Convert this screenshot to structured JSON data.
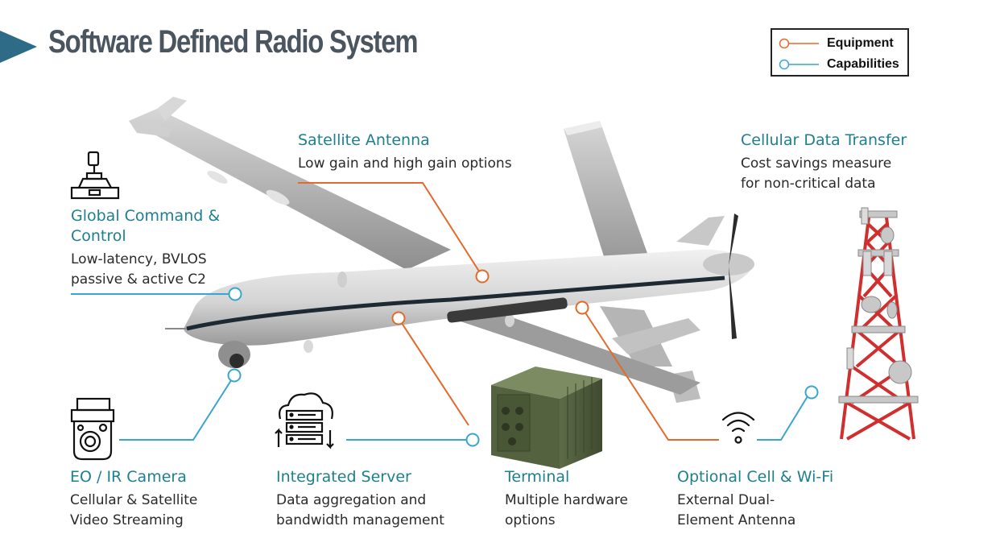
{
  "title": "Software Defined Radio System",
  "legend": [
    {
      "label": "Equipment",
      "color": "#e26a2c"
    },
    {
      "label": "Capabilities",
      "color": "#3aa6cf"
    }
  ],
  "colors": {
    "equipment": "#e26a2c",
    "capabilities": "#3aa6cf",
    "heading": "#1e7f8e",
    "title": "#4a5560"
  },
  "callouts": {
    "satellite": {
      "heading": "Satellite Antenna",
      "lines": [
        "Low gain and high gain options"
      ],
      "kind": "equipment"
    },
    "cellular": {
      "heading": "Cellular Data Transfer",
      "lines": [
        "Cost savings measure",
        "for non-critical data"
      ],
      "kind": "capabilities"
    },
    "gcc": {
      "heading_lines": [
        "Global Command &",
        "Control"
      ],
      "lines": [
        "Low-latency, BVLOS",
        "passive & active C2"
      ],
      "kind": "capabilities",
      "icon": "joystick-icon"
    },
    "camera": {
      "heading": "EO / IR Camera",
      "lines": [
        "Cellular & Satellite",
        "Video Streaming"
      ],
      "kind": "capabilities",
      "icon": "camera-icon"
    },
    "server": {
      "heading": "Integrated Server",
      "lines": [
        "Data aggregation and",
        "bandwidth management"
      ],
      "kind": "capabilities",
      "icon": "server-cloud-icon"
    },
    "terminal": {
      "heading": "Terminal",
      "lines": [
        "Multiple hardware",
        "options"
      ],
      "kind": "equipment"
    },
    "wifi": {
      "heading": "Optional Cell & Wi-Fi",
      "lines": [
        "External Dual-",
        "Element Antenna"
      ],
      "kind": "equipment",
      "icon": "wifi-icon"
    }
  }
}
